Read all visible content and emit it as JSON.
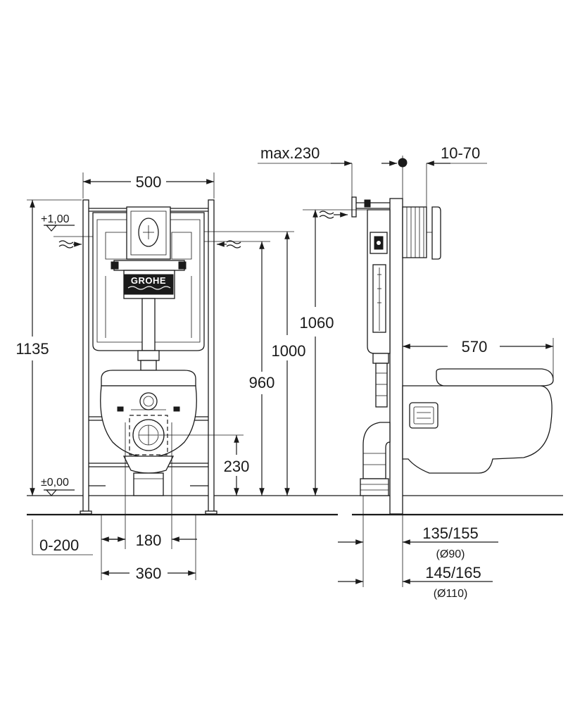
{
  "front_view": {
    "width_label": "500",
    "total_height_label": "1135",
    "plus_level_label": "+1,00",
    "zero_level_label": "±0,00",
    "h1000_label": "1000",
    "h960_label": "960",
    "h230_label": "230",
    "offset_label": "0-200",
    "spacing_180_label": "180",
    "spacing_360_label": "360",
    "brand_label": "GROHE"
  },
  "side_view": {
    "max_label": "max.230",
    "range_label": "10-70",
    "h1060_label": "1060",
    "depth_label": "570",
    "d1_label": "135/155",
    "d1_sub_label": "(Ø90)",
    "d2_label": "145/165",
    "d2_sub_label": "(Ø110)"
  }
}
